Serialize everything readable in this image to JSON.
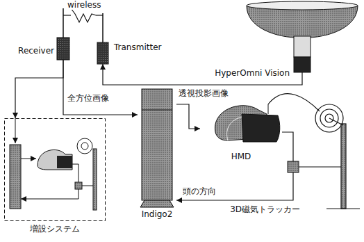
{
  "diagram": {
    "nodes": [
      {
        "text": [
          "Receiver"
        ]
      },
      {
        "text": [
          "Transmitter"
        ]
      },
      {
        "text": [
          "HyperOmni Vision"
        ]
      },
      {
        "text": [
          "増設システム"
        ]
      },
      {
        "text": [
          "Indigo2"
        ]
      },
      {
        "text": [
          "HMD"
        ]
      },
      {
        "text": [
          "3D磁気トラッカー"
        ]
      }
    ],
    "edges": [
      {
        "from": 1,
        "to": 0,
        "arrow": "none",
        "label": "wireless"
      },
      {
        "from": 2,
        "to": 1,
        "arrow": "to"
      },
      {
        "from": 0,
        "to": 4,
        "arrow": "to"
      },
      {
        "from": 0,
        "to": 3,
        "arrow": "to"
      },
      {
        "from": 4,
        "to": 5,
        "arrow": "to",
        "label": "透視投影画像"
      },
      {
        "from": 6,
        "to": 4,
        "arrow": "to",
        "label": "頭の方向"
      },
      {
        "from": 5,
        "to": 6,
        "arrow": "none"
      }
    ],
    "labels": [
      "全方位画像"
    ]
  }
}
